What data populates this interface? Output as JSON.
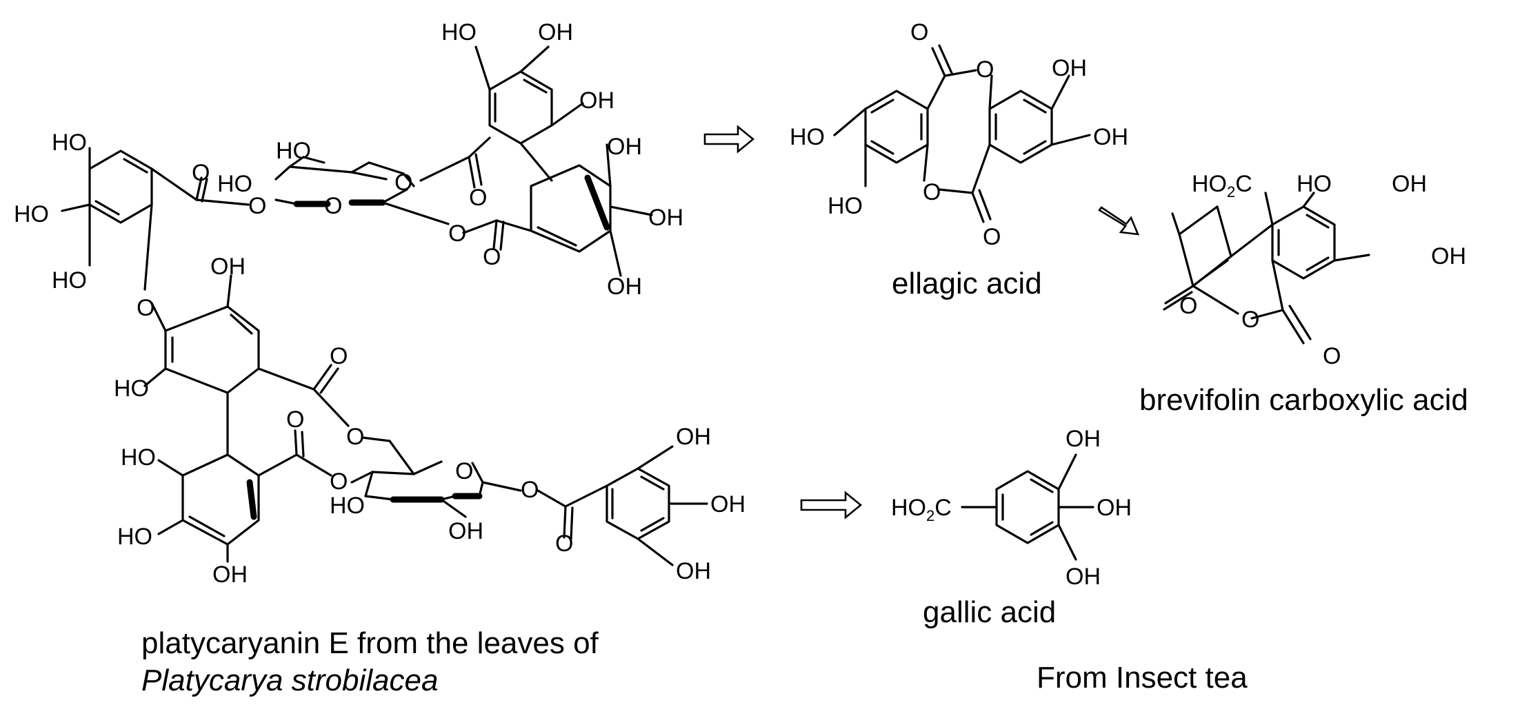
{
  "atoms": {
    "hydroxyl": "HO",
    "hydroxyl_right": "OH",
    "oxygen": "O",
    "carboxyl_prefix": "HO",
    "carboxyl_sub": "2",
    "carboxyl_suffix": "C"
  },
  "captions": {
    "platycaryanin_line1": "platycaryanin E from the leaves of",
    "platycaryanin_line2": "Platycarya strobilacea",
    "ellagic": "ellagic acid",
    "brevifolin": "brevifolin carboxylic acid",
    "gallic": "gallic acid",
    "source": "From Insect tea"
  }
}
